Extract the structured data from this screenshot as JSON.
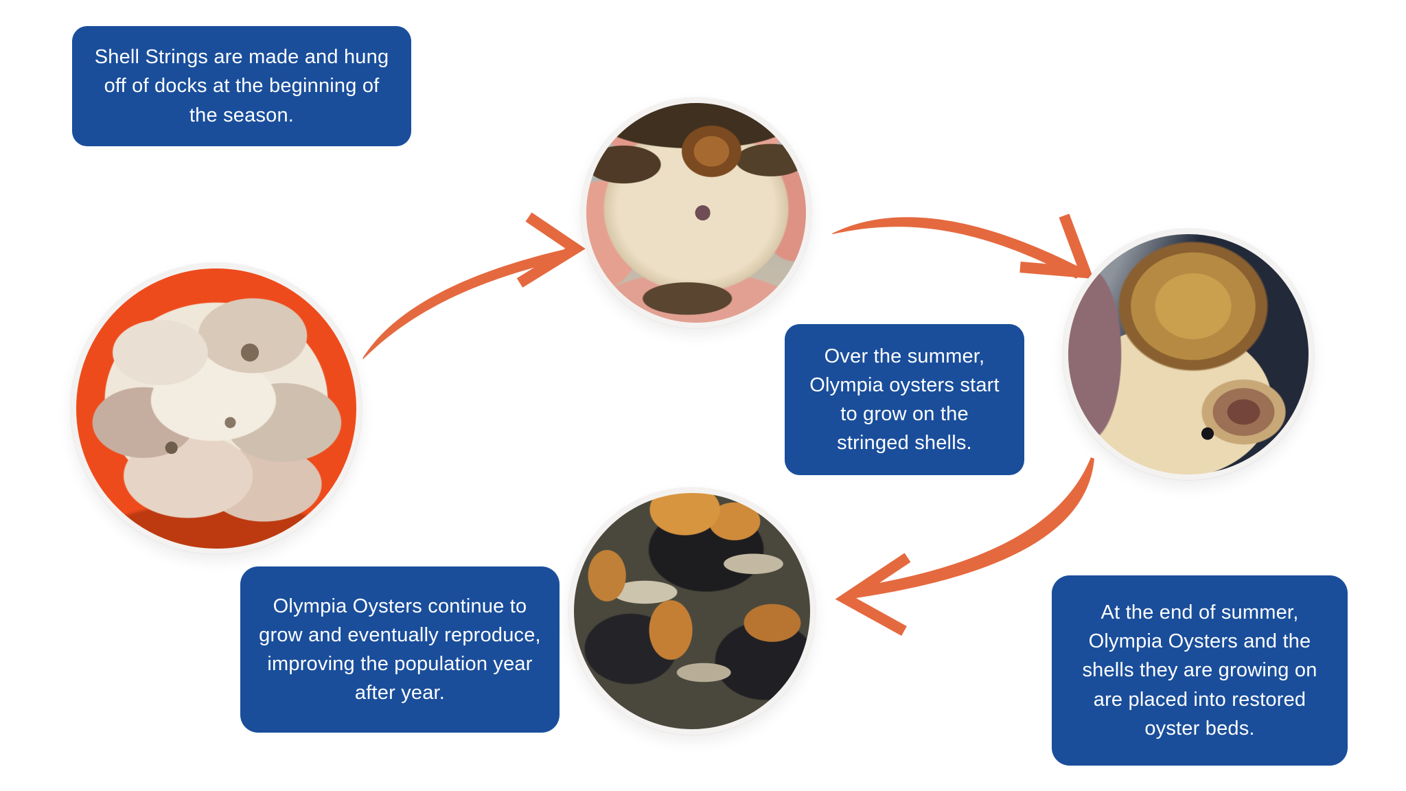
{
  "colors": {
    "background": "#ffffff",
    "callout_blue": "#1a4e9b",
    "callout_text": "#ffffff",
    "arrow_orange": "#e5693f",
    "bucket_orange": "#ee4b1c"
  },
  "steps": [
    {
      "name": "shell-strings",
      "text": "Shell Strings are made and hung off of docks at the beginning of the season.",
      "lines": [
        "Shell Strings are made and hung",
        "off of docks at the beginning of",
        "the season."
      ]
    },
    {
      "name": "summer-growth",
      "text": "Over the summer, Olympia oysters start to grow on the stringed shells.",
      "lines": [
        "Over the summer,",
        "Olympia oysters start",
        "to grow on the",
        "stringed shells."
      ]
    },
    {
      "name": "end-of-summer",
      "text": "At the end of summer, Olympia Oysters and the shells they are growing on are placed into restored oyster beds.",
      "lines": [
        "At the end of summer,",
        "Olympia Oysters and the",
        "shells they are growing on",
        "are placed into restored",
        "oyster beds."
      ]
    },
    {
      "name": "reproduce",
      "text": "Olympia Oysters continue to grow and eventually reproduce, improving the population year after year.",
      "lines": [
        "Olympia Oysters continue to",
        "grow and eventually reproduce,",
        "improving the population year",
        "after year."
      ]
    }
  ],
  "photos": [
    {
      "name": "bucket-of-oyster-shells"
    },
    {
      "name": "hand-holding-drilled-shell"
    },
    {
      "name": "oyster-growing-on-shell"
    },
    {
      "name": "restored-oyster-bed"
    }
  ]
}
